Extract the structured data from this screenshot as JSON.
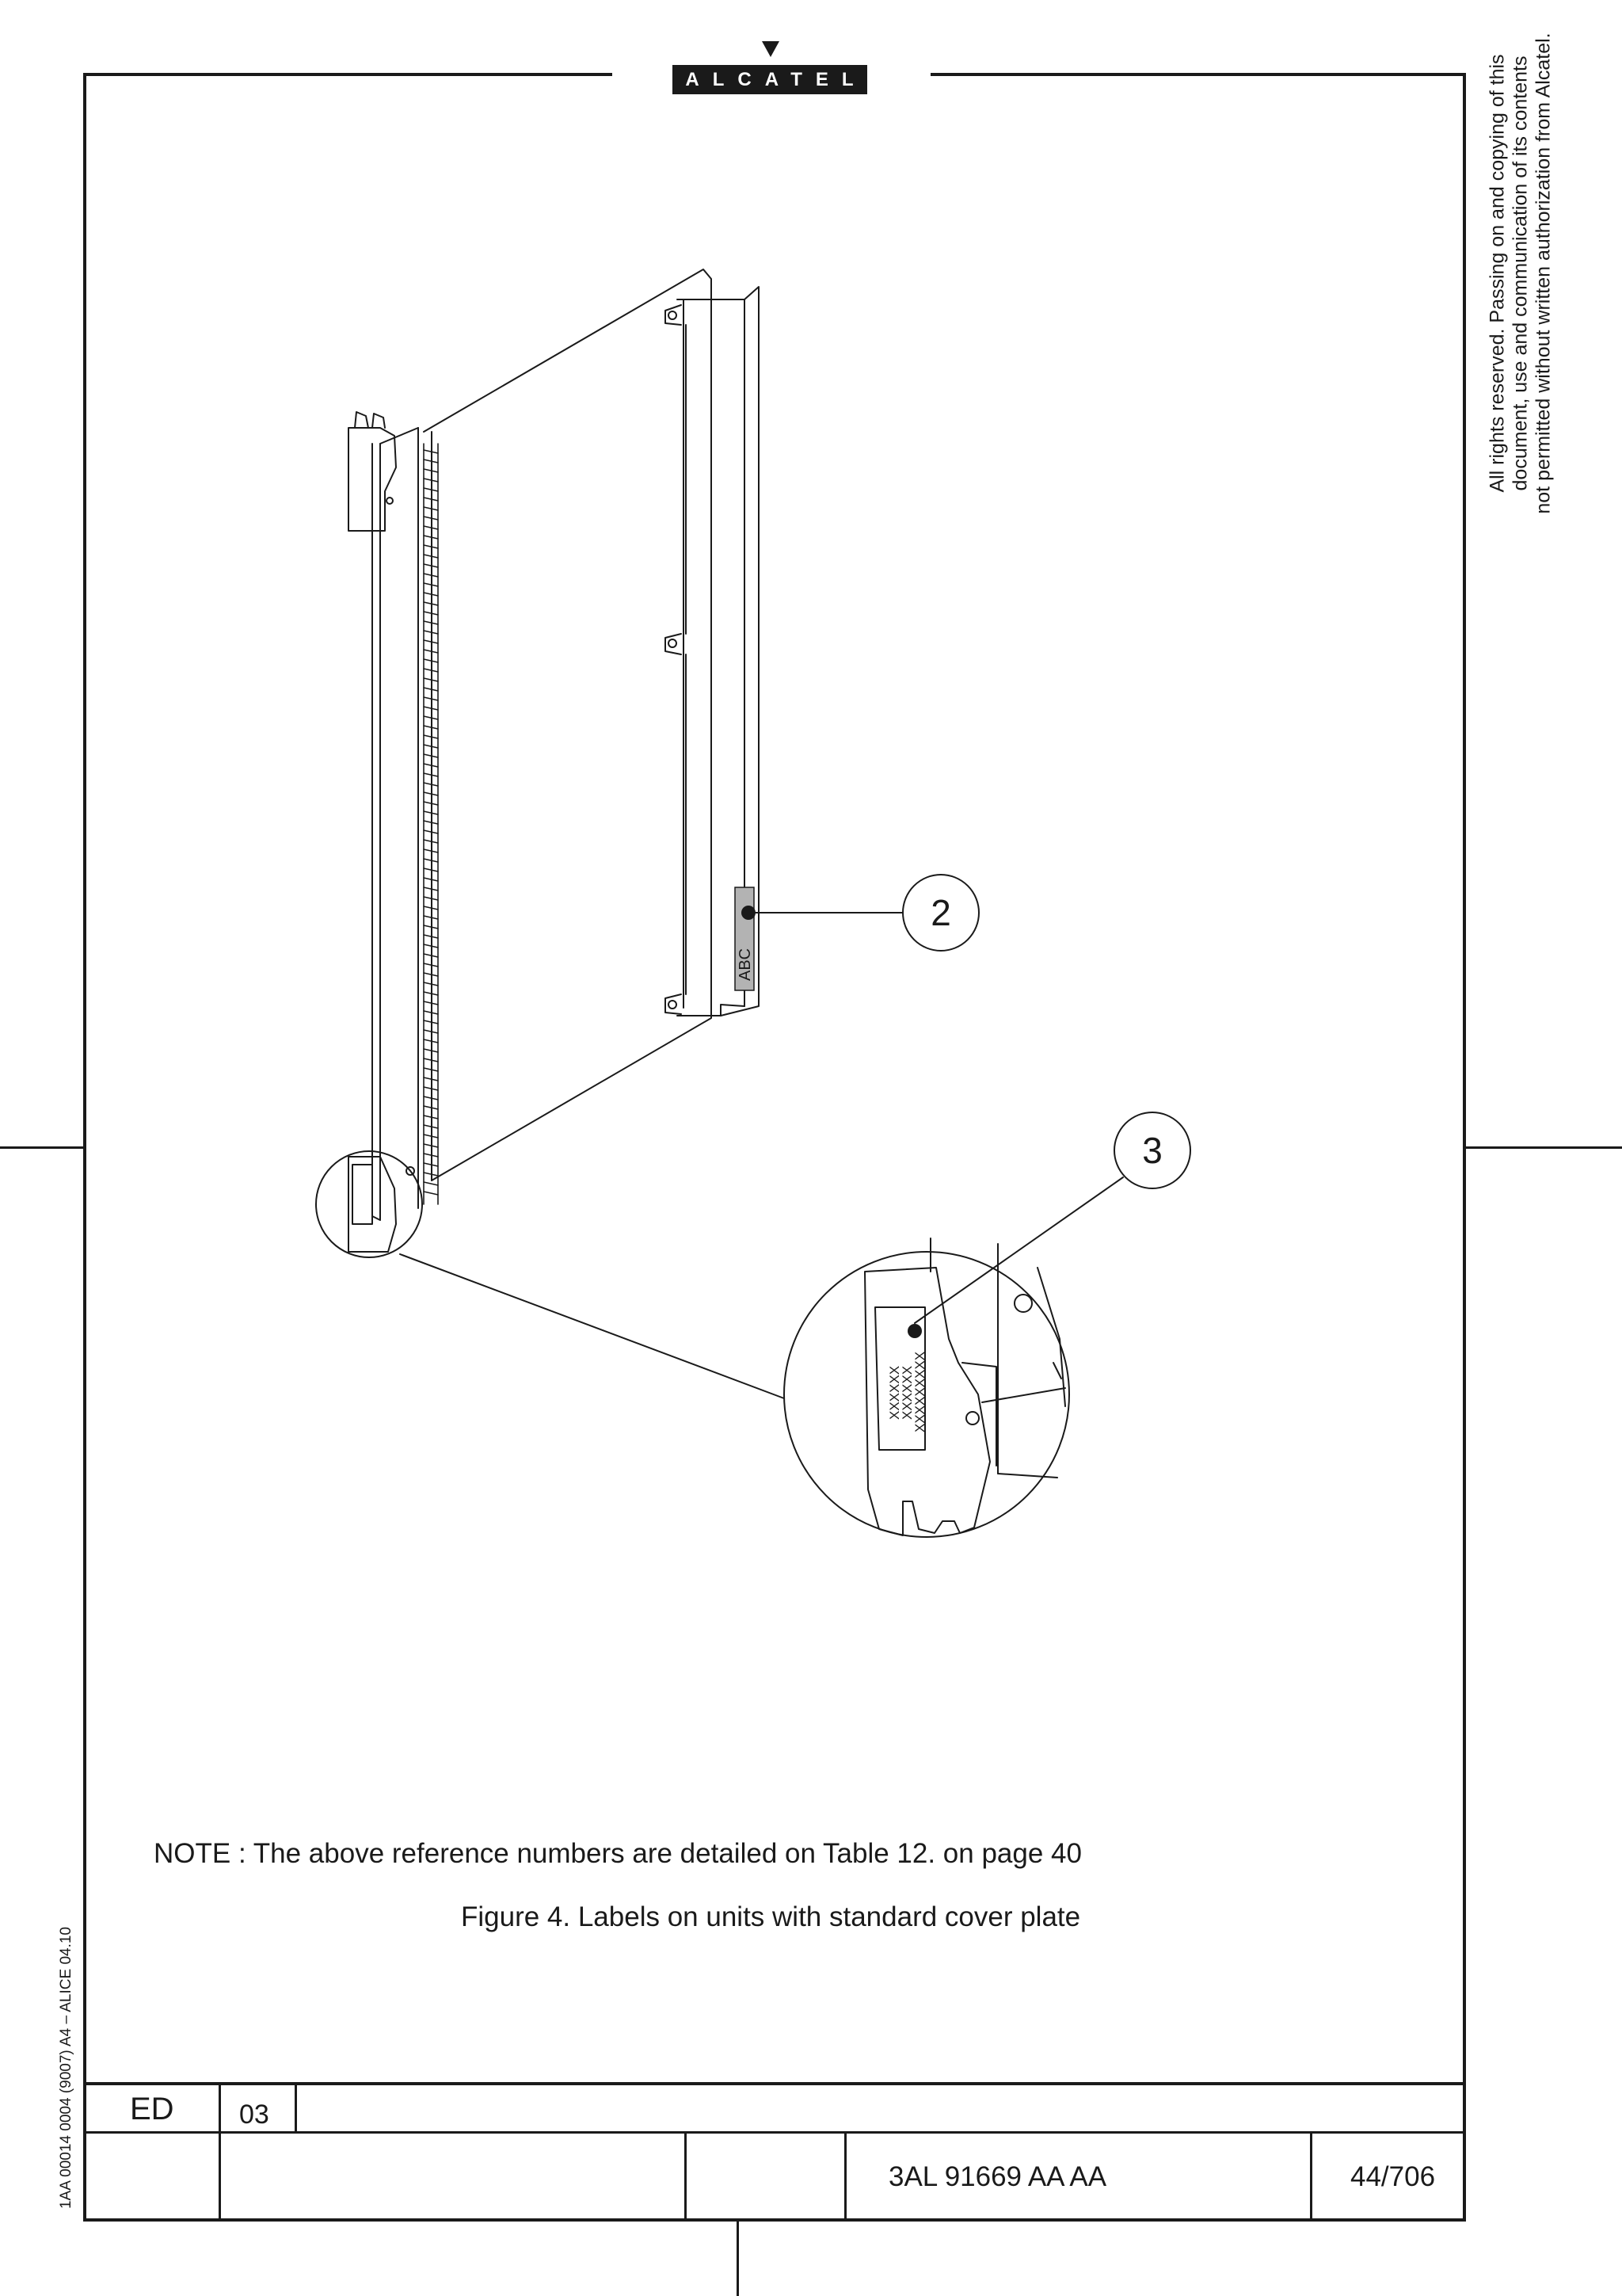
{
  "header": {
    "logo_text": "ALCATEL"
  },
  "side_notice": {
    "lines": [
      "All rights reserved. Passing on and copying of this",
      "document, use and communication of its contents",
      "not permitted without written authorization from Alcatel."
    ]
  },
  "figure": {
    "callouts": [
      "2",
      "3"
    ],
    "label_text": "ABC",
    "serial_lines": [
      "XXXXXX",
      "XXXXXX",
      "XXXXXXXXX"
    ]
  },
  "note": "NOTE : The above reference numbers are detailed on Table 12. on page 40",
  "caption": "Figure 4. Labels  on units with  standard cover plate",
  "footer": {
    "ed_label": "ED",
    "ed_value": "03",
    "doc_number": "3AL 91669 AA  AA",
    "page": "44/706"
  },
  "template_code": "1AA 00014 0004 (9007) A4 – ALICE 04.10"
}
